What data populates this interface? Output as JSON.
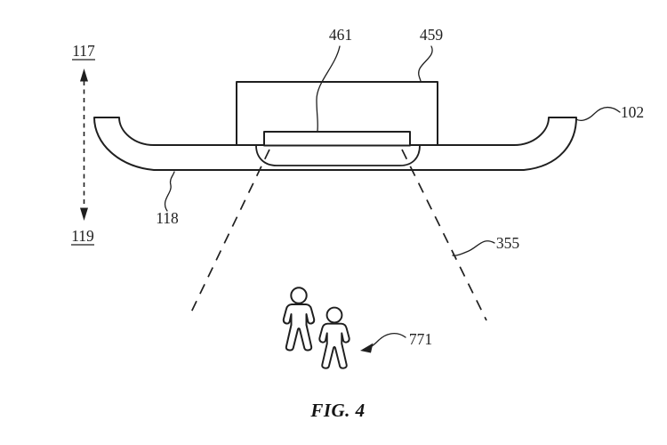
{
  "figure": {
    "caption": "FIG. 4",
    "refs": {
      "r117": "117",
      "r119": "119",
      "r461": "461",
      "r459": "459",
      "r102": "102",
      "r118": "118",
      "r355": "355",
      "r771": "771"
    },
    "colors": {
      "line": "#1f1f1f",
      "background": "#ffffff"
    }
  }
}
